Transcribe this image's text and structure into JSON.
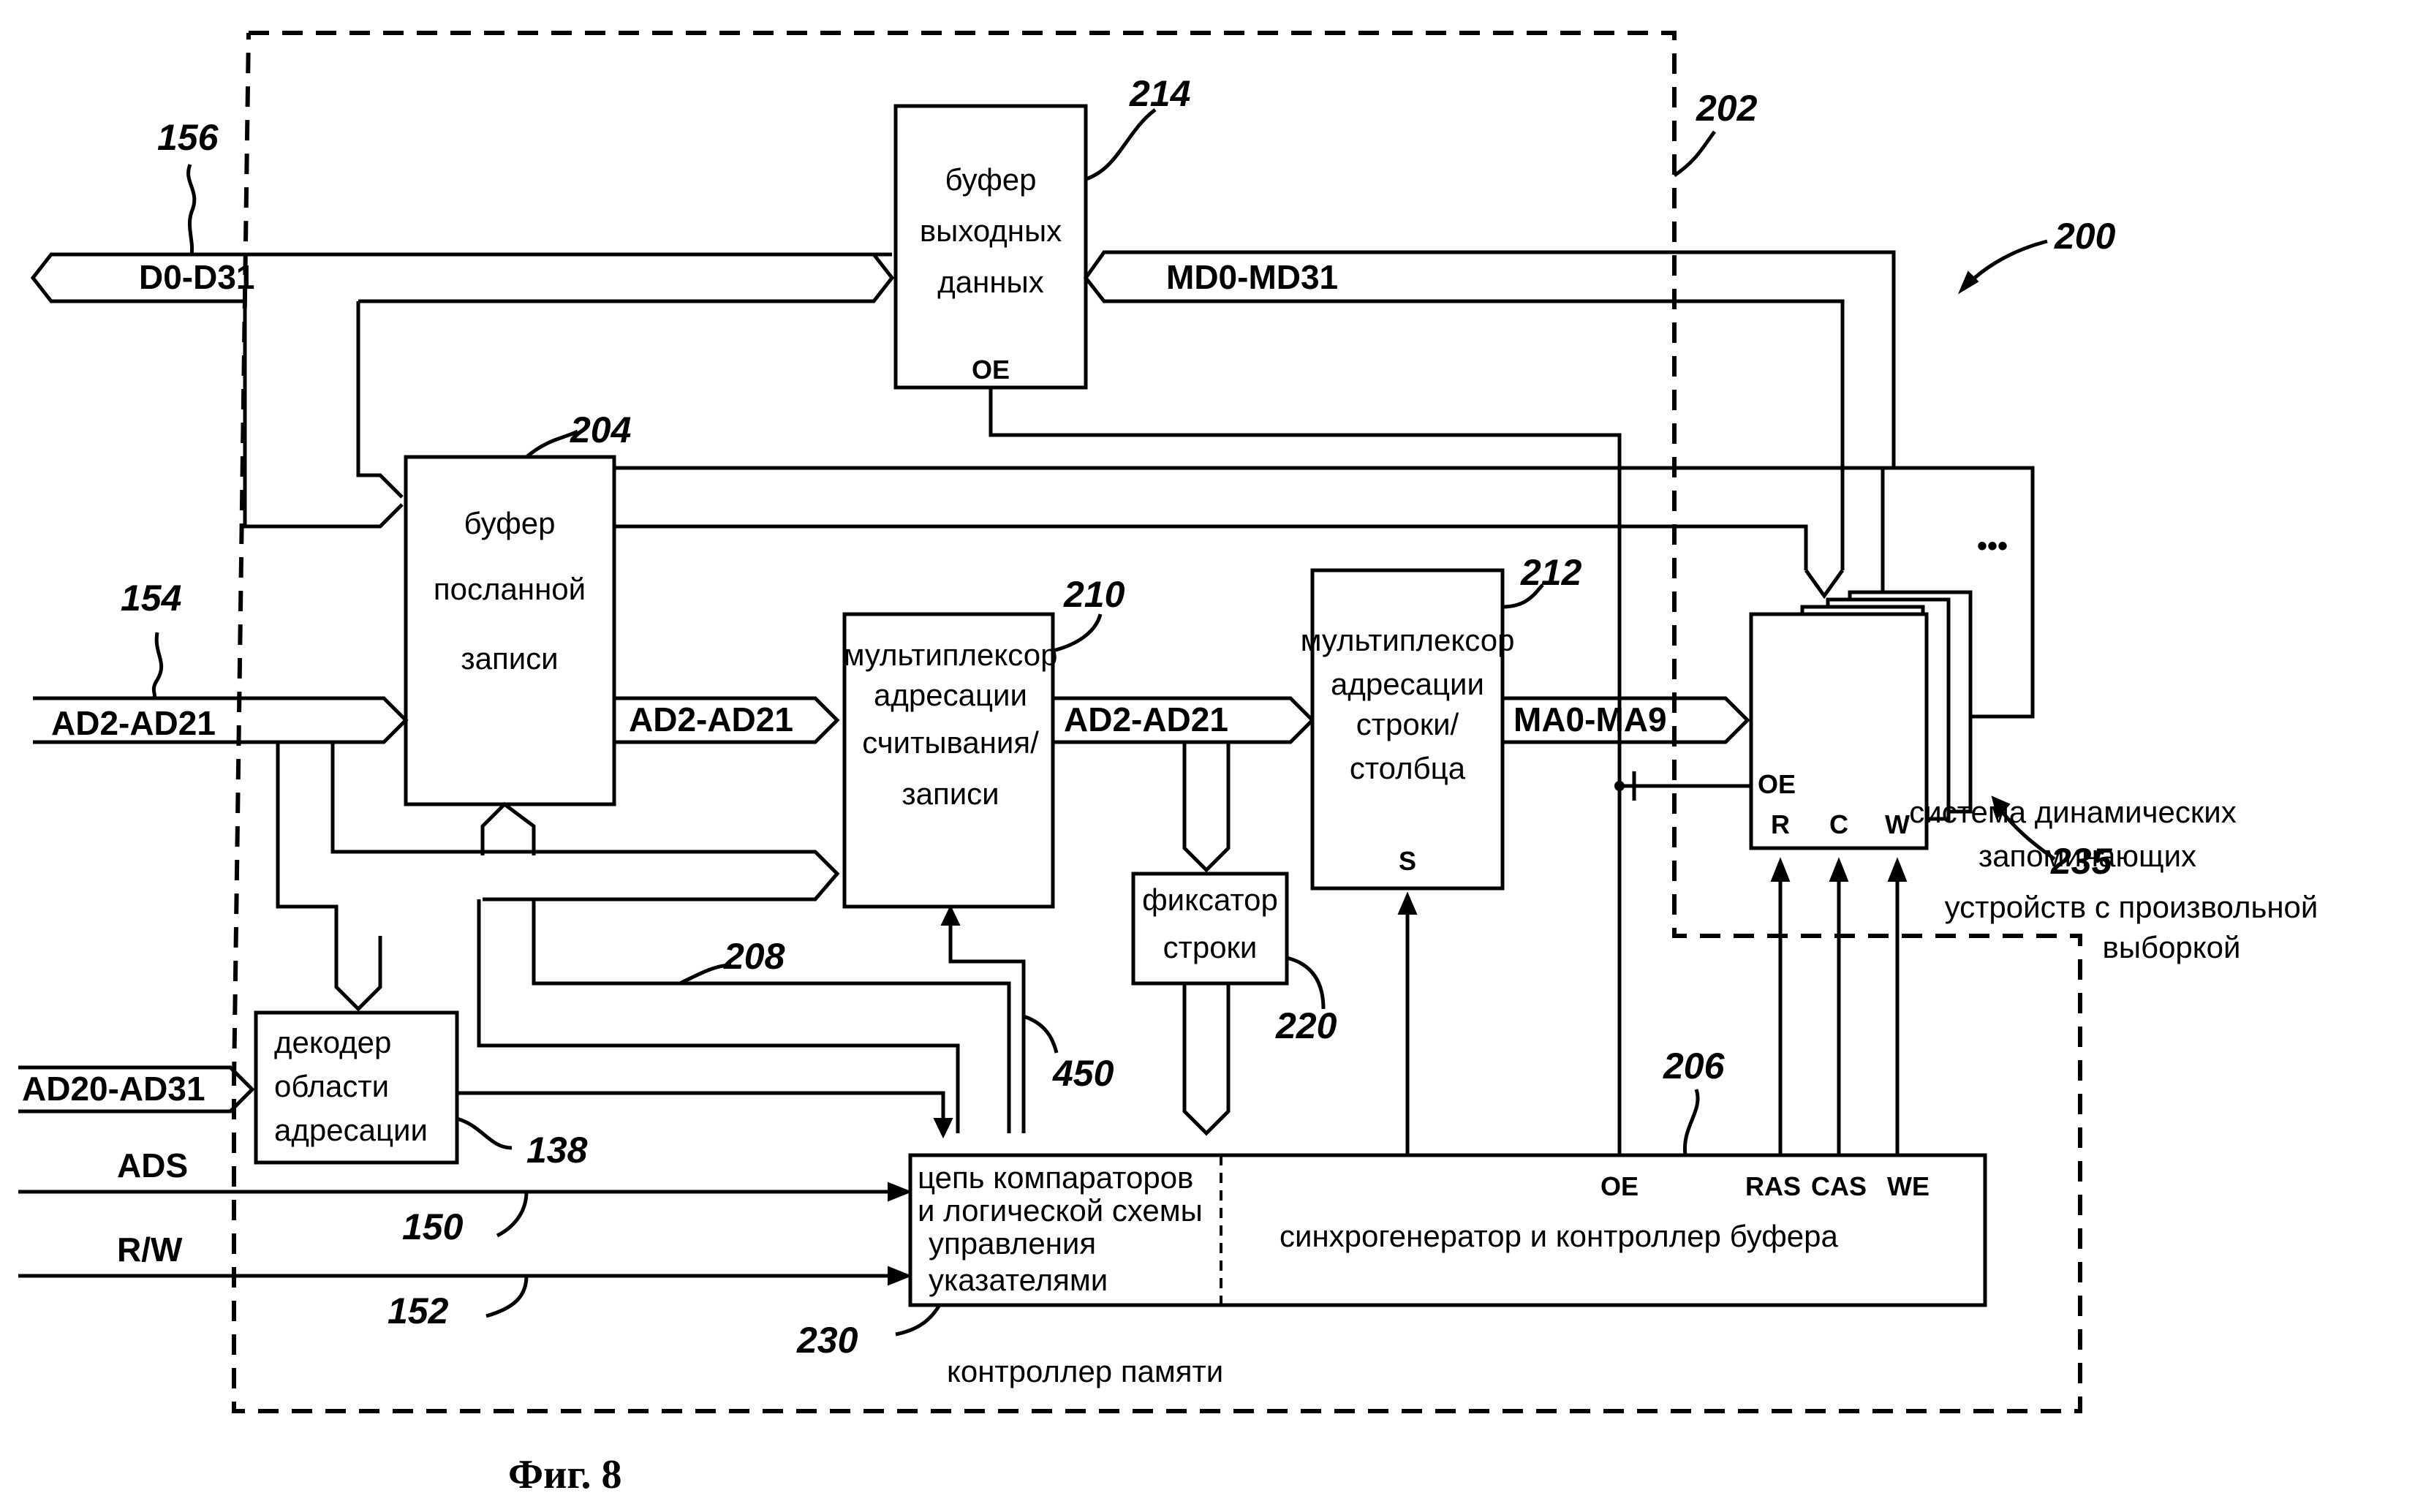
{
  "figure": {
    "caption": "Фиг. 8"
  },
  "blocks": {
    "output_buffer": {
      "lines": [
        "буфер",
        "выходных",
        "данных"
      ],
      "pin": "OE",
      "ref": "214"
    },
    "posted_write_buffer": {
      "lines": [
        "буфер",
        "посланной",
        "записи"
      ],
      "ref": "204"
    },
    "rw_address_mux": {
      "lines": [
        "мультиплексор",
        "адресации",
        "считывания/",
        "записи"
      ],
      "ref": "210"
    },
    "row_col_mux": {
      "lines": [
        "мультиплексор",
        "адресации",
        "строки/",
        "столбца"
      ],
      "pin": "S",
      "ref": "212"
    },
    "row_latch": {
      "lines": [
        "фиксатор",
        "строки"
      ],
      "ref": "220"
    },
    "address_decoder": {
      "lines": [
        "декодер",
        "области",
        "адресации"
      ],
      "ref": "138"
    },
    "comparator_logic": {
      "lines": [
        "цепь компараторов",
        "и логической схемы",
        "управления",
        "указателями"
      ],
      "ref": "230"
    },
    "sync_controller": {
      "label": "синхрогенератор и контроллер буфера",
      "pins": [
        "OE",
        "RAS",
        "CAS",
        "WE"
      ],
      "ref": "206"
    },
    "dram": {
      "pins": [
        "OE",
        "R",
        "C",
        "W"
      ],
      "ellipsis": "•••",
      "description": [
        "система динамических",
        "запоминающих",
        "устройств с произвольной",
        "выборкой"
      ],
      "ref": "235"
    }
  },
  "buses": {
    "data_bus": "D0-D31",
    "memory_data_bus": "MD0-MD31",
    "address_bus_in": "AD2-AD21",
    "address_bus_mid1": "AD2-AD21",
    "address_bus_mid2": "AD2-AD21",
    "memory_address_bus": "MA0-MA9",
    "high_address_bus": "AD20-AD31"
  },
  "signals": {
    "ads": "ADS",
    "rw": "R/W"
  },
  "labels": {
    "memory_controller": "контроллер памяти"
  },
  "refs": {
    "data_bus": "156",
    "address_bus": "154",
    "controller": "202",
    "system": "200",
    "path_208": "208",
    "path_450": "450",
    "ads_ref": "150",
    "rw_ref": "152"
  }
}
